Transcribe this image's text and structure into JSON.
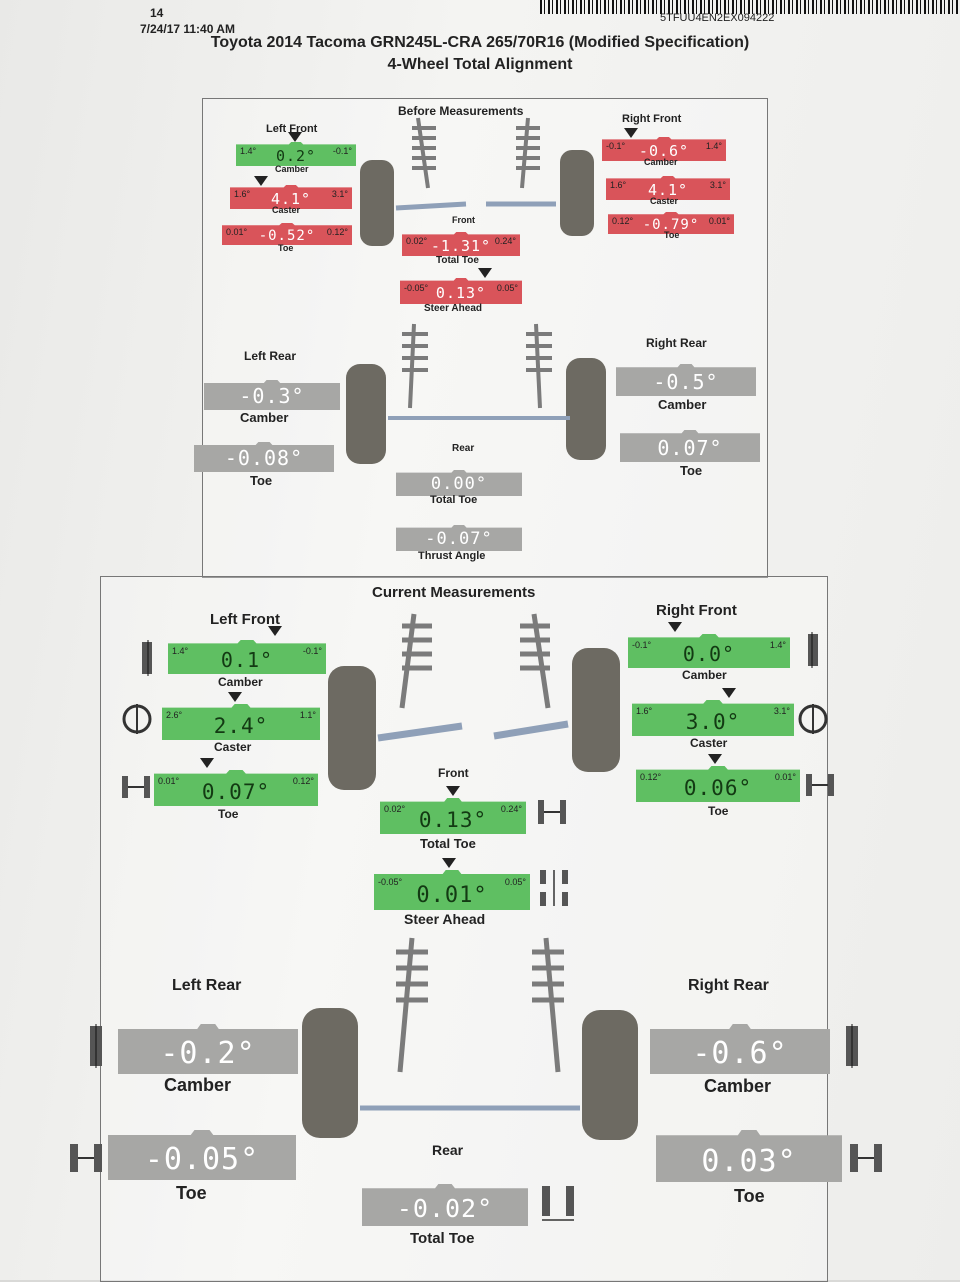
{
  "header": {
    "shop_number": "14",
    "datetime": "7/24/17 11:40 AM",
    "vin": "5TFUU4EN2EX094222",
    "title": "Toyota 2014 Tacoma GRN245L-CRA 265/70R16 (Modified Specification)",
    "subtitle": "4-Wheel Total Alignment"
  },
  "colors": {
    "in_spec": "#5fbf62",
    "out_of_spec": "#d9545a",
    "no_spec": "#a7a7a5"
  },
  "before": {
    "title": "Before Measurements",
    "left_front": {
      "label": "Left Front",
      "camber": {
        "value": "0.2°",
        "label": "Camber",
        "lo": "1.4°",
        "hi": "-0.1°"
      },
      "caster": {
        "value": "4.1°",
        "label": "Caster",
        "lo": "1.6°",
        "hi": "3.1°"
      },
      "toe": {
        "value": "-0.52°",
        "label": "Toe",
        "lo": "0.01°",
        "hi": "0.12°"
      }
    },
    "right_front": {
      "label": "Right Front",
      "camber": {
        "value": "-0.6°",
        "label": "Camber",
        "lo": "-0.1°",
        "hi": "1.4°"
      },
      "caster": {
        "value": "4.1°",
        "label": "Caster",
        "lo": "1.6°",
        "hi": "3.1°"
      },
      "toe": {
        "value": "-0.79°",
        "label": "Toe",
        "lo": "0.12°",
        "hi": "0.01°"
      }
    },
    "front": {
      "label": "Front",
      "total_toe": {
        "value": "-1.31°",
        "label": "Total Toe",
        "lo": "0.02°",
        "hi": "0.24°"
      },
      "steer_ahead": {
        "value": "0.13°",
        "label": "Steer Ahead",
        "lo": "-0.05°",
        "hi": "0.05°"
      }
    },
    "left_rear": {
      "label": "Left Rear",
      "camber": {
        "value": "-0.3°",
        "label": "Camber"
      },
      "toe": {
        "value": "-0.08°",
        "label": "Toe"
      }
    },
    "right_rear": {
      "label": "Right Rear",
      "camber": {
        "value": "-0.5°",
        "label": "Camber"
      },
      "toe": {
        "value": "0.07°",
        "label": "Toe"
      }
    },
    "rear": {
      "label": "Rear",
      "total_toe": {
        "value": "0.00°",
        "label": "Total Toe"
      },
      "thrust_angle": {
        "value": "-0.07°",
        "label": "Thrust Angle"
      }
    }
  },
  "current": {
    "title": "Current Measurements",
    "left_front": {
      "label": "Left Front",
      "camber": {
        "value": "0.1°",
        "label": "Camber",
        "lo": "1.4°",
        "hi": "-0.1°"
      },
      "caster": {
        "value": "2.4°",
        "label": "Caster",
        "lo": "2.6°",
        "hi": "1.1°"
      },
      "toe": {
        "value": "0.07°",
        "label": "Toe",
        "lo": "0.01°",
        "hi": "0.12°"
      }
    },
    "right_front": {
      "label": "Right Front",
      "camber": {
        "value": "0.0°",
        "label": "Camber",
        "lo": "-0.1°",
        "hi": "1.4°"
      },
      "caster": {
        "value": "3.0°",
        "label": "Caster",
        "lo": "1.6°",
        "hi": "3.1°"
      },
      "toe": {
        "value": "0.06°",
        "label": "Toe",
        "lo": "0.12°",
        "hi": "0.01°"
      }
    },
    "front": {
      "label": "Front",
      "total_toe": {
        "value": "0.13°",
        "label": "Total Toe",
        "lo": "0.02°",
        "hi": "0.24°"
      },
      "steer_ahead": {
        "value": "0.01°",
        "label": "Steer Ahead",
        "lo": "-0.05°",
        "hi": "0.05°"
      }
    },
    "left_rear": {
      "label": "Left Rear",
      "camber": {
        "value": "-0.2°",
        "label": "Camber"
      },
      "toe": {
        "value": "-0.05°",
        "label": "Toe"
      }
    },
    "right_rear": {
      "label": "Right Rear",
      "camber": {
        "value": "-0.6°",
        "label": "Camber"
      },
      "toe": {
        "value": "0.03°",
        "label": "Toe"
      }
    },
    "rear": {
      "label": "Rear",
      "total_toe": {
        "value": "-0.02°",
        "label": "Total Toe"
      }
    }
  }
}
